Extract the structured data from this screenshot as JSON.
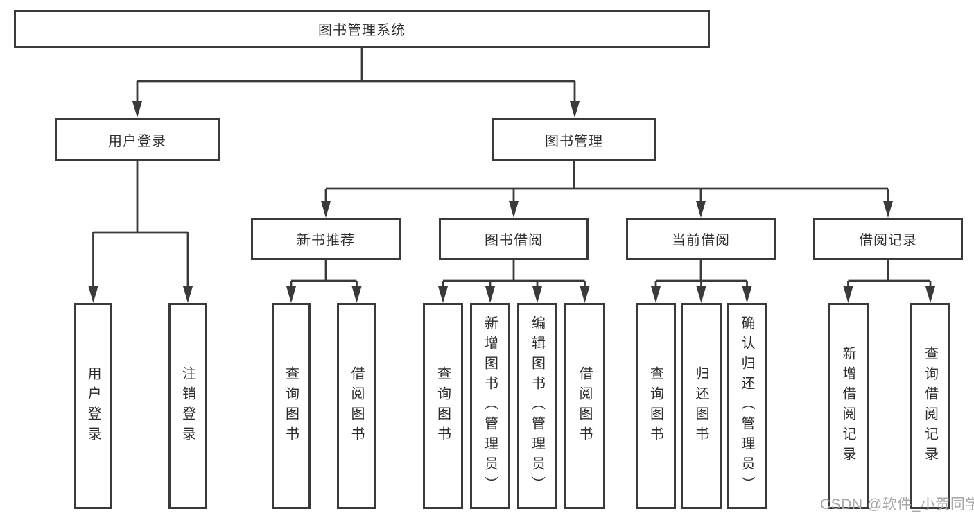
{
  "tree": {
    "root": {
      "label": "图书管理系统",
      "children": [
        {
          "label": "用户登录",
          "children": [
            {
              "label": "用户登录"
            },
            {
              "label": "注销登录"
            }
          ]
        },
        {
          "label": "图书管理",
          "children": [
            {
              "label": "新书推荐",
              "children": [
                {
                  "label": "查询图书"
                },
                {
                  "label": "借阅图书"
                }
              ]
            },
            {
              "label": "图书借阅",
              "children": [
                {
                  "label": "查询图书"
                },
                {
                  "label": "新增图书（管理员）"
                },
                {
                  "label": "编辑图书（管理员）"
                },
                {
                  "label": "借阅图书"
                }
              ]
            },
            {
              "label": "当前借阅",
              "children": [
                {
                  "label": "查询图书"
                },
                {
                  "label": "归还图书"
                },
                {
                  "label": "确认归还（管理员）"
                }
              ]
            },
            {
              "label": "借阅记录",
              "children": [
                {
                  "label": "新增借阅记录"
                },
                {
                  "label": "查询借阅记录"
                }
              ]
            }
          ]
        }
      ]
    }
  },
  "watermark": "CSDN @软件_小贺同学",
  "colors": {
    "background": "#ffffff",
    "box_border": "#3a3a3a",
    "line": "#3a3a3a",
    "text": "#2d2d2d",
    "watermark": "#a7a7a7"
  }
}
